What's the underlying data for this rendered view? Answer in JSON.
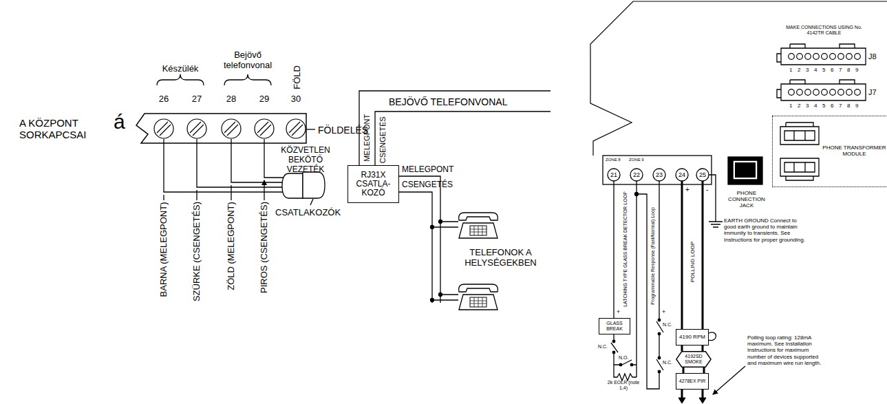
{
  "diagram": {
    "nodes": [
      {
        "text": [
          "RJ31X CSATLA-KOZÓ"
        ]
      },
      {
        "text": [
          "GLASS BREAK"
        ]
      },
      {
        "text": [
          "4190 RPM"
        ]
      },
      {
        "text": [
          "4192SD SMOKE"
        ]
      },
      {
        "text": [
          "4278EX PIR"
        ]
      },
      {
        "text": [
          "PHONE TRANSFORMER MODULE"
        ]
      }
    ],
    "edges": [
      {
        "from": 2,
        "to": 3,
        "arrow": "none"
      },
      {
        "from": 3,
        "to": 4,
        "arrow": "none"
      }
    ],
    "labels": [
      "Készülék",
      "Bejövő telefonvonal",
      "FÖLD",
      "26",
      "27",
      "28",
      "29",
      "30",
      "A KÖZPONT SORKAPCSAI",
      "á",
      "FÖLDELÉS",
      "MELEGPONT",
      "CSENGETÉS",
      "BEJÖVŐ TELEFONVONAL",
      "KÖZVETLEN BEKÖTŐ VEZETÉK",
      "BARNA (MELEGPONT)",
      "SZÜRKE (CSENGETÉS)",
      "ZÖLD (MELEGPONT)",
      "PIROS (CSENGETÉS)",
      "CSATLAKOZÓK",
      "MELEGPONT",
      "CSENGETÉS",
      "TELEFONOK A HELYSÉGEKBEN",
      "MAKE CONNECTIONS USING No. 4142TR CABLE",
      "1 2 3 4 5 6 7 8 9",
      "J8",
      "1 2 3 4 5 6 7 8 9",
      "J7",
      "ZONE 8",
      "ZONE 9",
      "21",
      "22",
      "23",
      "24",
      "25",
      "+",
      "-",
      "PHONE CONNECTION JACK",
      "EARTH GROUND Connect to good earth ground to maintain immunity to transients. See Instructions for proper grounding.",
      "LATCHING TYPE GLASS BREAK DETECTOR LOOP",
      "Programmable Response (Fast/Normal) Loop",
      "POLLING LOOP",
      "+",
      "+",
      "N.C.",
      "N.O.",
      "N.C.",
      "N.C.",
      "2k EOLR (note 1,4)",
      "Polling loop rating: 128mA maximum. See Installation Instructions for maximum number of devices supported and maximum wire run length."
    ]
  }
}
